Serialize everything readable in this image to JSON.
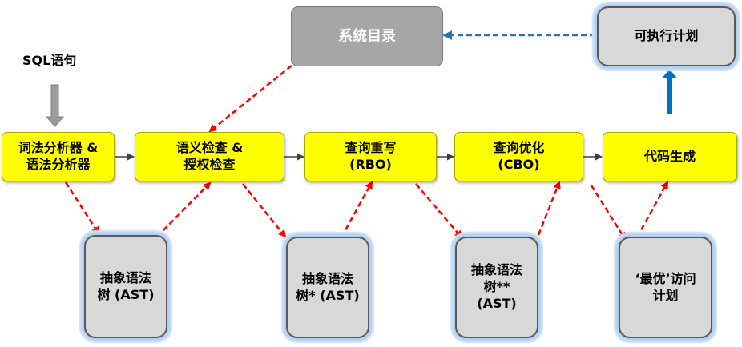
{
  "diagram": {
    "sql_input": "SQL语句",
    "catalog": "系统目录",
    "executable_plan": "可执行计划",
    "stages": [
      {
        "id": "parser",
        "lines": [
          "词法分析器 &",
          "语法分析器"
        ]
      },
      {
        "id": "semantic",
        "lines": [
          "语义检查 &",
          "授权检查"
        ]
      },
      {
        "id": "rbo",
        "lines": [
          "查询重写",
          "(RBO)"
        ]
      },
      {
        "id": "cbo",
        "lines": [
          "查询优化",
          "(CBO)"
        ]
      },
      {
        "id": "codegen",
        "lines": [
          "代码生成"
        ]
      }
    ],
    "artifacts": [
      {
        "id": "ast",
        "lines": [
          "抽象语法",
          "树 (AST)"
        ]
      },
      {
        "id": "ast1",
        "lines": [
          "抽象语法",
          "树* (AST)"
        ]
      },
      {
        "id": "ast2",
        "lines": [
          "抽象语法",
          "树**",
          "(AST)"
        ]
      },
      {
        "id": "best_plan",
        "lines": [
          "‘最优’访问",
          "计划"
        ]
      }
    ],
    "colors": {
      "stage_fill": "#ffff00",
      "artifact_fill": "#d8d8d8",
      "catalog_fill": "#a6a6a6",
      "dashed_arrow": "#ff0000",
      "catalog_link": "#2e75b6",
      "up_arrow": "#0070c0"
    }
  }
}
